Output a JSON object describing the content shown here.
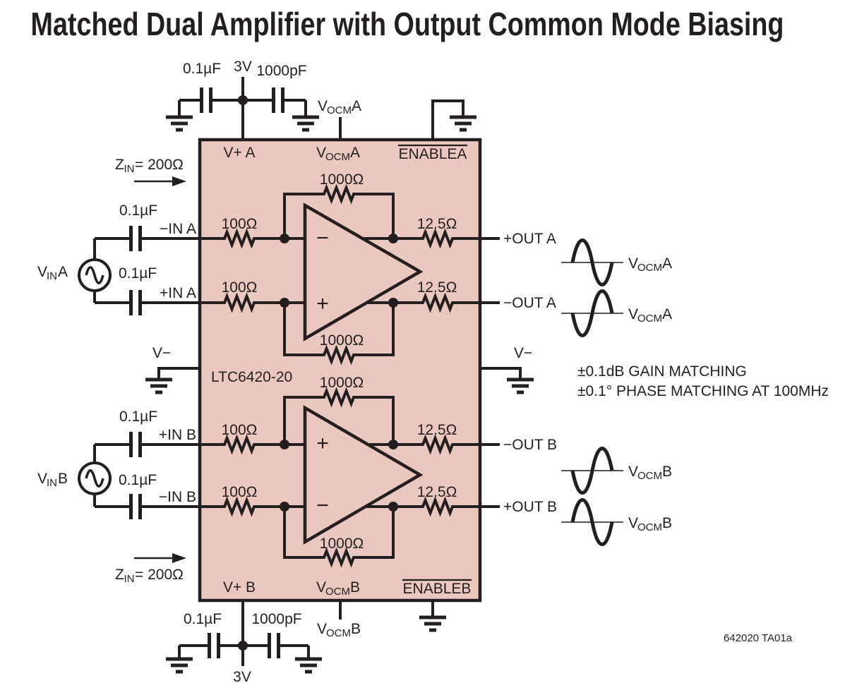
{
  "title": "Matched Dual Amplifier with Output Common Mode Biasing",
  "chip": {
    "part_number": "LTC6420-20"
  },
  "colors": {
    "chip_fill": "#eac7bf",
    "line": "#231f20"
  },
  "pins": {
    "vplus_a": "V+ A",
    "vplus_b": "V+ B",
    "enable_a": "ENABLEA",
    "enable_b": "ENABLEB",
    "vminus": "V−"
  },
  "sub_labels": {
    "v": "V",
    "z": "Z",
    "ocm": "OCM",
    "in": "IN",
    "a": " A",
    "b": " B",
    "zin_value": " = 200Ω"
  },
  "components": {
    "c_input": "0.1µF",
    "c_filter": "1000pF",
    "supply": "3V",
    "r_feedback": "1000Ω",
    "r_input": "100Ω",
    "r_output": "12.5Ω"
  },
  "io": {
    "in_neg_a": "−IN A",
    "in_pos_a": "+IN A",
    "in_pos_b": "+IN B",
    "in_neg_b": "−IN B",
    "out_pos_a": "+OUT A",
    "out_neg_a": "−OUT A",
    "out_neg_b": "−OUT B",
    "out_pos_b": "+OUT B",
    "plus": "+",
    "minus": "−"
  },
  "notes": {
    "gain_matching": "±0.1dB GAIN MATCHING",
    "phase_matching": "±0.1° PHASE MATCHING AT 100MHz",
    "doc_id": "642020 TA01a"
  }
}
